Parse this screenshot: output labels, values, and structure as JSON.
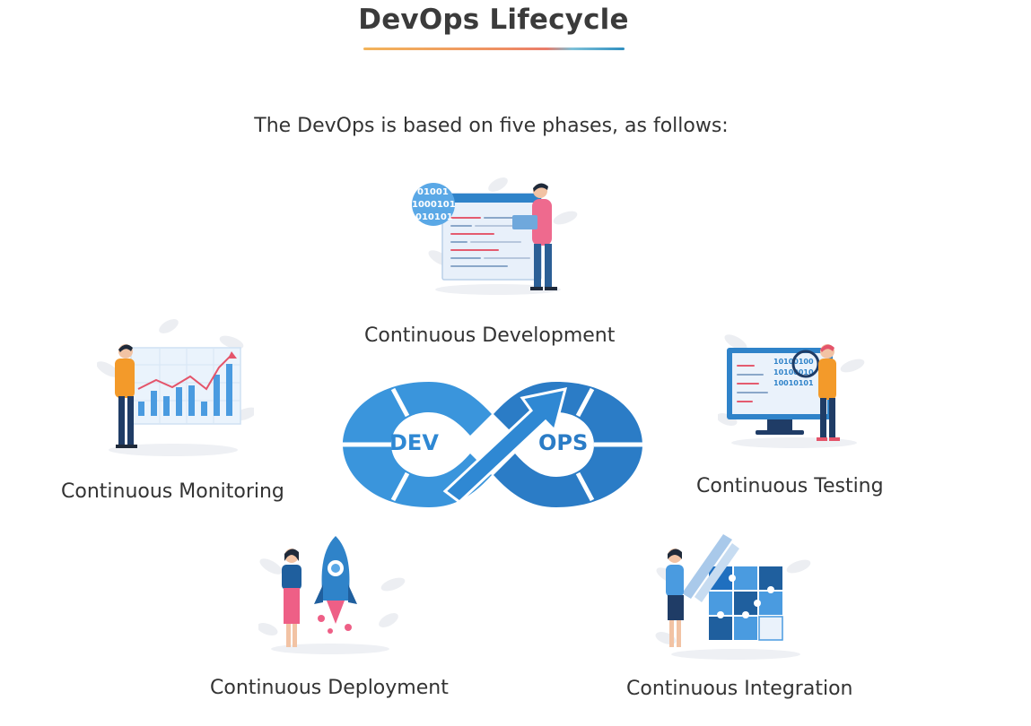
{
  "header": {
    "title": "DevOps Lifecycle",
    "subtitle": "The DevOps is based on five phases, as follows:"
  },
  "logo": {
    "left_text": "DEV",
    "right_text": "OPS"
  },
  "phases": [
    {
      "label": "Continuous Development"
    },
    {
      "label": "Continuous Testing"
    },
    {
      "label": "Continuous Monitoring"
    },
    {
      "label": "Continuous Deployment"
    },
    {
      "label": "Continuous Integration"
    }
  ],
  "illustrations": {
    "development_code": [
      "01001",
      "1000101",
      "010101"
    ],
    "testing_code": [
      "10100100",
      "10100010",
      "10010101"
    ]
  },
  "colors": {
    "primary_blue": "#2f83c9",
    "light_blue": "#4aa3e0",
    "accent_orange": "#f39a2a",
    "accent_pink": "#ee5f86",
    "dark_navy": "#1f3c66"
  }
}
